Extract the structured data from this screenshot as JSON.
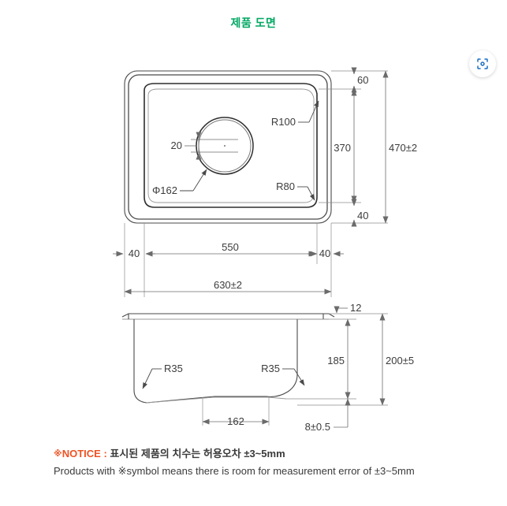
{
  "page": {
    "title": "제품 도면",
    "background_color": "#ffffff",
    "title_color": "#00a862"
  },
  "toolbar": {
    "scan_button_label": "",
    "scan_icon_name": "scan-focus-icon",
    "scan_icon_color": "#1a6fc4"
  },
  "drawing": {
    "type": "technical-drawing",
    "description": "Kitchen sink product drawing: top view and cross-section view",
    "top_view": {
      "name": "top-view",
      "dimensions": {
        "overall_width": "630±2",
        "overall_height": "470±2",
        "inner_width": "550",
        "inner_height": "370",
        "margin_left": "40",
        "margin_right": "40",
        "margin_top": "60",
        "margin_bottom": "40",
        "drain_diameter": "Φ162",
        "drain_offset": "20",
        "corner_radius_outer": "R100",
        "corner_radius_inner": "R80"
      }
    },
    "section_view": {
      "name": "section-view",
      "dimensions": {
        "rim_thickness": "12",
        "basin_depth": "185",
        "overall_depth": "200±5",
        "bottom_width": "162",
        "bottom_offset": "8±0.5",
        "bottom_radius_left": "R35",
        "bottom_radius_right": "R35"
      }
    },
    "line_color": "#4a4a4a",
    "dimension_color": "#6b6b6b",
    "text_color": "#3c3c3c"
  },
  "notice": {
    "marker": "※",
    "label": "NOTICE",
    "separator": " : ",
    "korean_text": "표시된 제품의  치수는 허용오차 ±3~5mm",
    "english_text": "Products with ※symbol means there is room for measurement error of ±3~5mm",
    "accent_color": "#ef5223"
  }
}
